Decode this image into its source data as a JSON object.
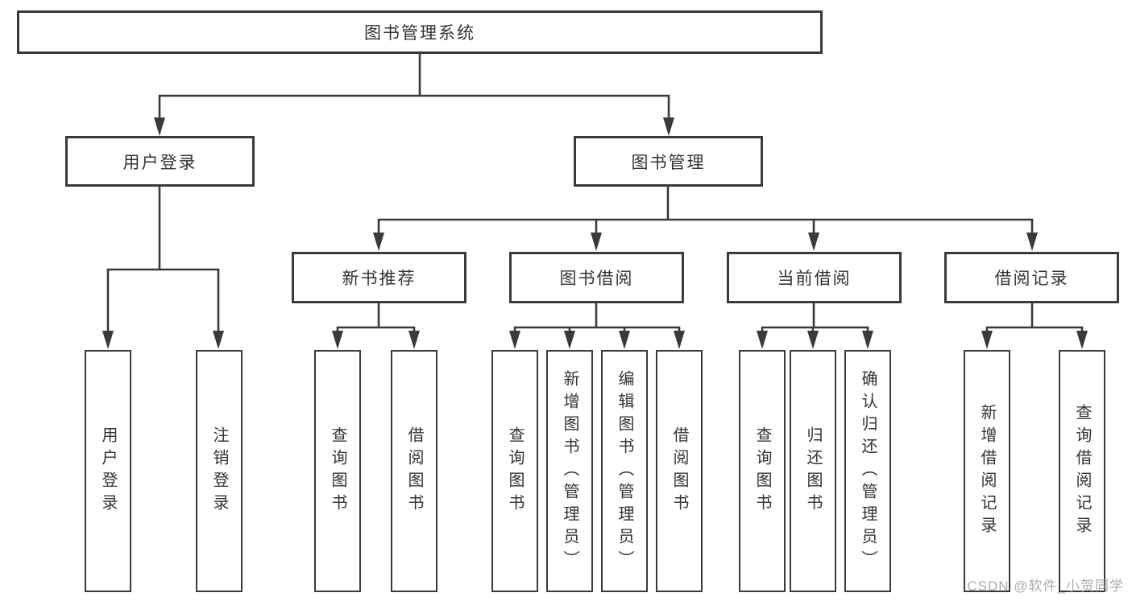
{
  "watermark": "CSDN @软件_小贺同学",
  "colors": {
    "line": "#3a3a3a",
    "border": "#3a3a3a",
    "text": "#333333",
    "watermark": "#9d9d9d",
    "background": "#ffffff"
  },
  "tree": {
    "label": "图书管理系统",
    "children": [
      {
        "label": "用户登录",
        "children": [
          {
            "label": "用户登录"
          },
          {
            "label": "注销登录"
          }
        ]
      },
      {
        "label": "图书管理",
        "children": [
          {
            "label": "新书推荐",
            "children": [
              {
                "label": "查询图书"
              },
              {
                "label": "借阅图书"
              }
            ]
          },
          {
            "label": "图书借阅",
            "children": [
              {
                "label": "查询图书"
              },
              {
                "label": "新增图书（管理员）"
              },
              {
                "label": "编辑图书（管理员）"
              },
              {
                "label": "借阅图书"
              }
            ]
          },
          {
            "label": "当前借阅",
            "children": [
              {
                "label": "查询图书"
              },
              {
                "label": "归还图书"
              },
              {
                "label": "确认归还（管理员）"
              }
            ]
          },
          {
            "label": "借阅记录",
            "children": [
              {
                "label": "新增借阅记录"
              },
              {
                "label": "查询借阅记录"
              }
            ]
          }
        ]
      }
    ]
  }
}
